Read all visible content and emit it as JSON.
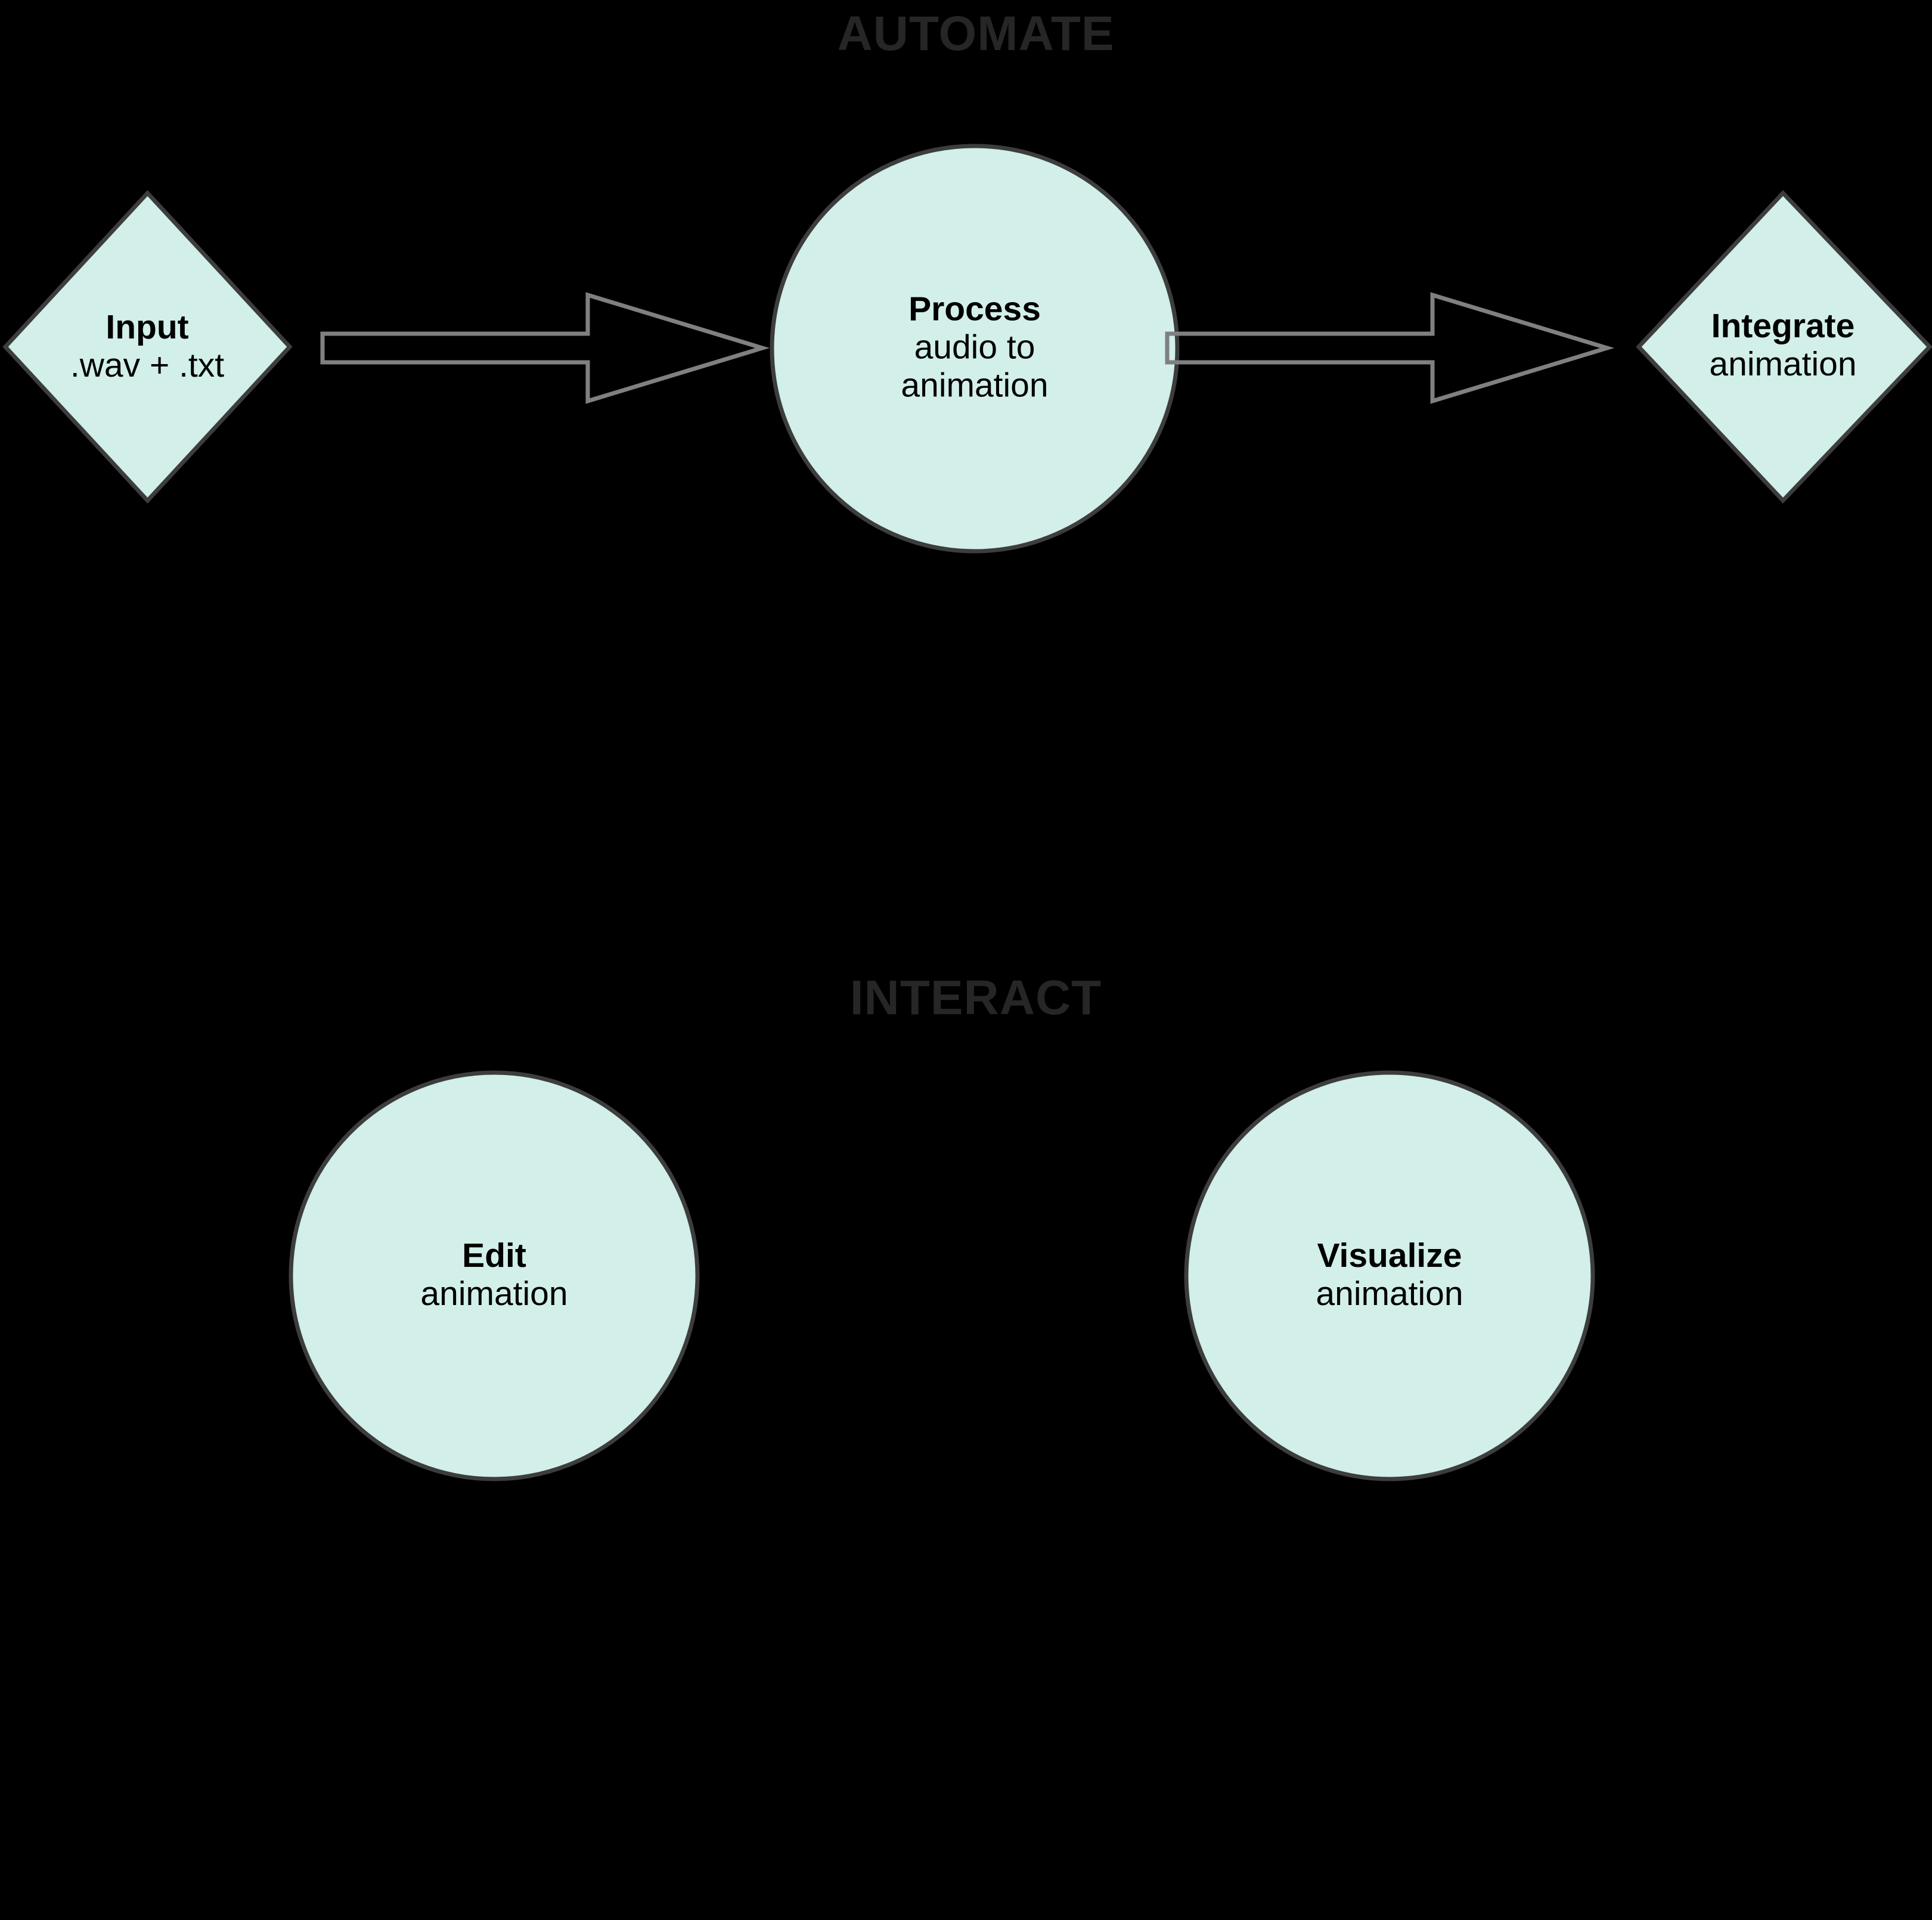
{
  "diagram": {
    "background_color": "#000000",
    "node_fill_color": "#d2efe9",
    "node_stroke_color": "#3d3d3d",
    "arrow_stroke_color": "#808080",
    "label_text_color": "#000000",
    "section_title_color": "#262626",
    "sections": [
      {
        "id": "automate",
        "title": "AUTOMATE"
      },
      {
        "id": "interact",
        "title": "INTERACT"
      }
    ],
    "nodes": [
      {
        "id": "input",
        "shape": "diamond",
        "title": "Input",
        "subtitle": ".wav + .txt"
      },
      {
        "id": "process",
        "shape": "circle",
        "title": "Process",
        "subtitle": "audio to",
        "subtitle2": "animation"
      },
      {
        "id": "integrate",
        "shape": "diamond",
        "title": "Integrate",
        "subtitle": "animation"
      },
      {
        "id": "edit",
        "shape": "circle",
        "title": "Edit",
        "subtitle": "animation"
      },
      {
        "id": "visualize",
        "shape": "circle",
        "title": "Visualize",
        "subtitle": "animation"
      }
    ],
    "edges": [
      {
        "id": "input-to-process",
        "from": "input",
        "to": "process",
        "style": "block-arrow-outline"
      },
      {
        "id": "process-to-integrate",
        "from": "process",
        "to": "integrate",
        "style": "block-arrow-outline"
      }
    ]
  }
}
